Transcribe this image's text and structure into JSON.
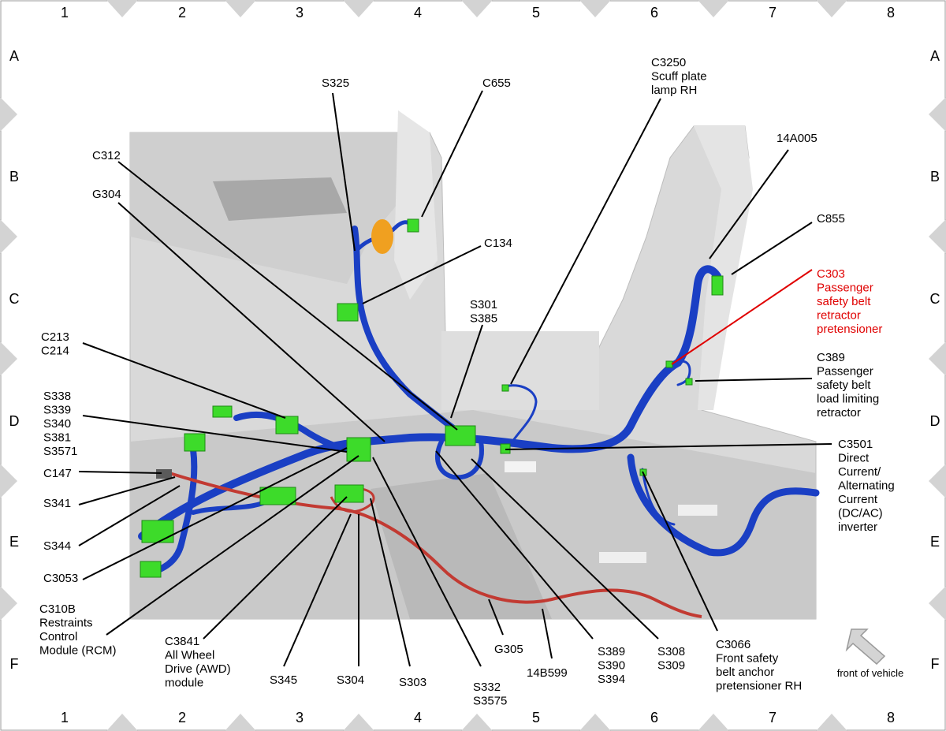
{
  "grid": {
    "columns": [
      "1",
      "2",
      "3",
      "4",
      "5",
      "6",
      "7",
      "8"
    ],
    "rows": [
      "A",
      "B",
      "C",
      "D",
      "E",
      "F"
    ]
  },
  "colors": {
    "harness": "#1a3fc4",
    "connector": "#3ddb2a",
    "ground_strap": "#c23a32",
    "body": "#d9d9d9",
    "grommet": "#f0a020",
    "leader": "#000000",
    "highlight": "#e00000"
  },
  "labels": {
    "s325": [
      "S325"
    ],
    "c655": [
      "C655"
    ],
    "c3250": [
      "C3250",
      "Scuff plate",
      "lamp RH"
    ],
    "c312": [
      "C312"
    ],
    "g304": [
      "G304"
    ],
    "c134": [
      "C134"
    ],
    "l14a005": [
      "14A005"
    ],
    "c855": [
      "C855"
    ],
    "c303": [
      "C303",
      "Passenger",
      "safety belt",
      "retractor",
      "pretensioner"
    ],
    "s301": [
      "S301",
      "S385"
    ],
    "c213": [
      "C213",
      "C214"
    ],
    "s338": [
      "S338",
      "S339",
      "S340",
      "S381",
      "S3571"
    ],
    "c389": [
      "C389",
      "Passenger",
      "safety belt",
      "load limiting",
      "retractor"
    ],
    "c3501": [
      "C3501",
      "Direct",
      "Current/",
      "Alternating",
      "Current",
      "(DC/AC)",
      "inverter"
    ],
    "c147": [
      "C147"
    ],
    "s341": [
      "S341"
    ],
    "s344": [
      "S344"
    ],
    "c3053": [
      "C3053"
    ],
    "c310b": [
      "C310B",
      "Restraints",
      "Control",
      "Module (RCM)"
    ],
    "c3841": [
      "C3841",
      "All Wheel",
      "Drive (AWD)",
      "module"
    ],
    "s345": [
      "S345"
    ],
    "s304": [
      "S304"
    ],
    "s303": [
      "S303"
    ],
    "s332": [
      "S332",
      "S3575"
    ],
    "g305": [
      "G305"
    ],
    "l14b599": [
      "14B599"
    ],
    "s389": [
      "S389",
      "S390",
      "S394"
    ],
    "s308": [
      "S308",
      "S309"
    ],
    "c3066": [
      "C3066",
      "Front safety",
      "belt anchor",
      "pretensioner RH"
    ],
    "front": [
      "front of vehicle"
    ]
  }
}
